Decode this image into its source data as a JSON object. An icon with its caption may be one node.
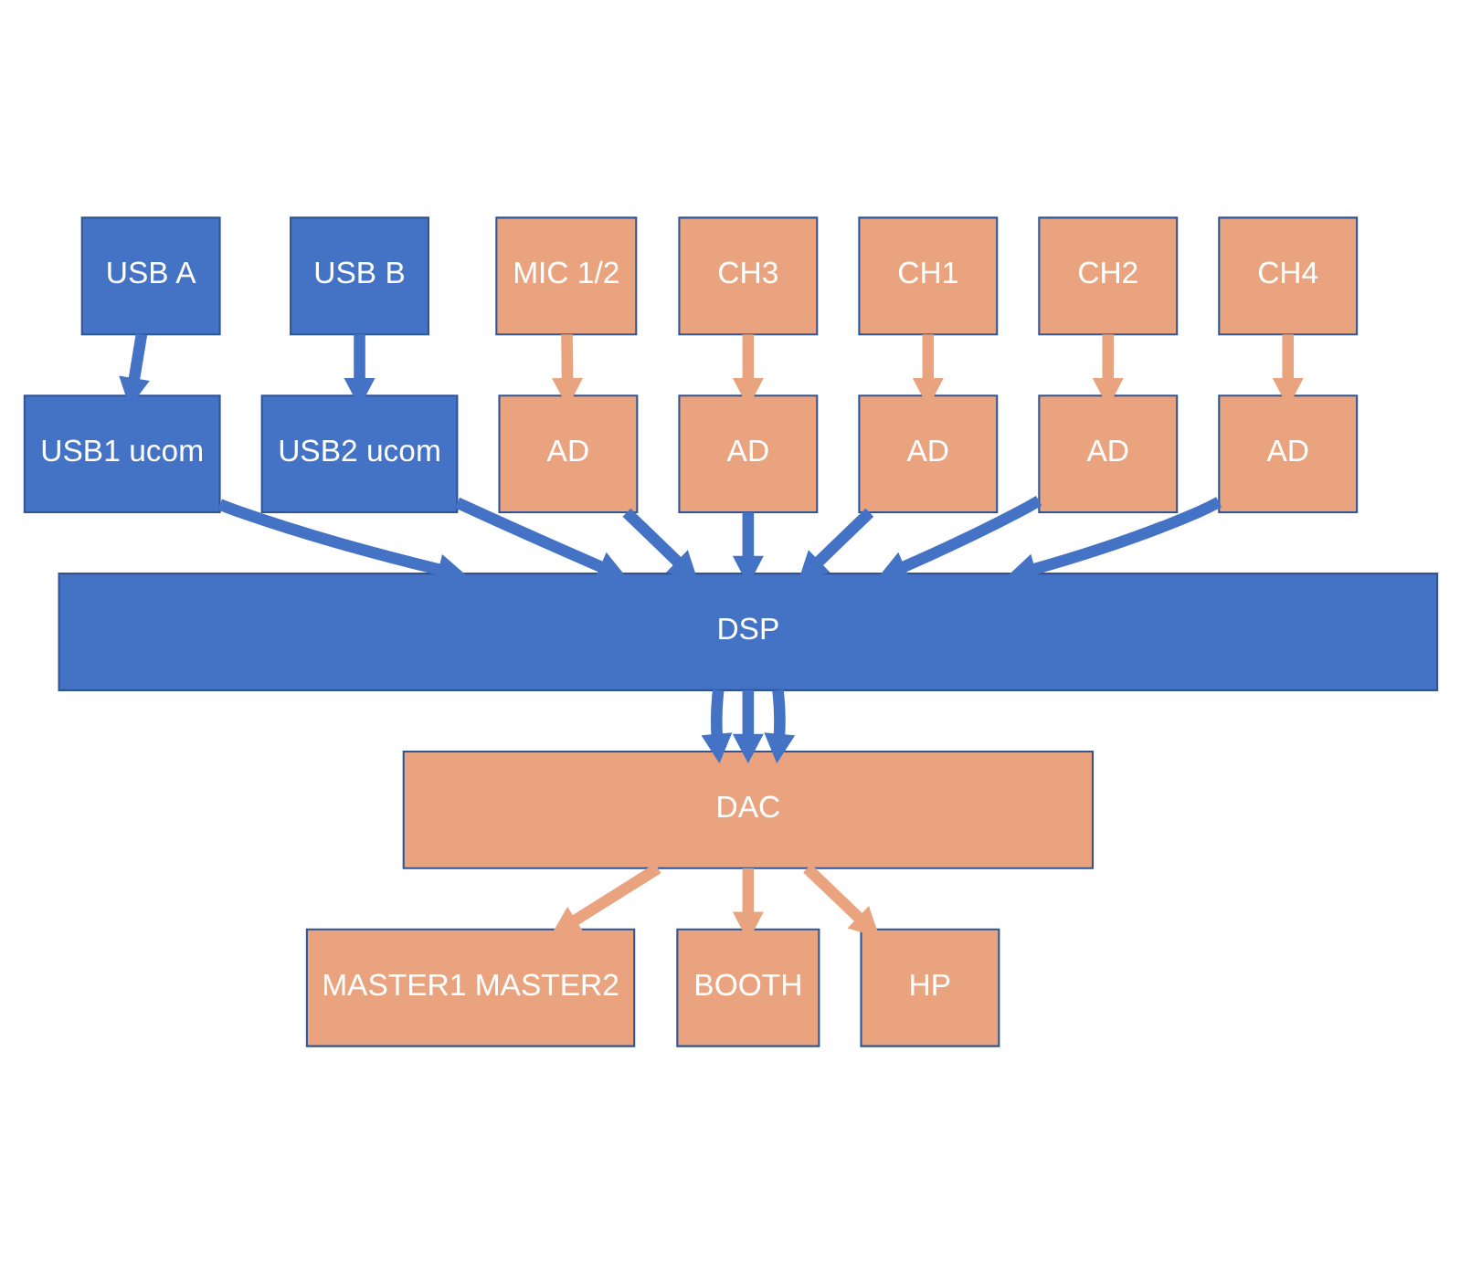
{
  "diagram": {
    "nodes": [
      {
        "text": [
          "USB A"
        ]
      },
      {
        "text": [
          "USB B"
        ]
      },
      {
        "text": [
          "MIC 1/2"
        ]
      },
      {
        "text": [
          "CH3"
        ]
      },
      {
        "text": [
          "CH1"
        ]
      },
      {
        "text": [
          "CH2"
        ]
      },
      {
        "text": [
          "CH4"
        ]
      },
      {
        "text": [
          "USB1 ucom"
        ]
      },
      {
        "text": [
          "USB2 ucom"
        ]
      },
      {
        "text": [
          "AD"
        ]
      },
      {
        "text": [
          "AD"
        ]
      },
      {
        "text": [
          "AD"
        ]
      },
      {
        "text": [
          "AD"
        ]
      },
      {
        "text": [
          "AD"
        ]
      },
      {
        "text": [
          "DSP"
        ]
      },
      {
        "text": [
          "DAC"
        ]
      },
      {
        "text": [
          "MASTER1 MASTER2"
        ]
      },
      {
        "text": [
          "BOOTH"
        ]
      },
      {
        "text": [
          "HP"
        ]
      }
    ],
    "edges": [
      {
        "from": 0,
        "to": 7,
        "arrow": "to"
      },
      {
        "from": 1,
        "to": 8,
        "arrow": "to"
      },
      {
        "from": 2,
        "to": 9,
        "arrow": "to",
        "color": "#e9a47f"
      },
      {
        "from": 3,
        "to": 10,
        "arrow": "to",
        "color": "#e9a47f"
      },
      {
        "from": 4,
        "to": 11,
        "arrow": "to",
        "color": "#e9a47f"
      },
      {
        "from": 5,
        "to": 12,
        "arrow": "to",
        "color": "#e9a47f"
      },
      {
        "from": 6,
        "to": 13,
        "arrow": "to",
        "color": "#e9a47f"
      },
      {
        "from": 7,
        "to": 14,
        "arrow": "to"
      },
      {
        "from": 8,
        "to": 14,
        "arrow": "to"
      },
      {
        "from": 9,
        "to": 14,
        "arrow": "to"
      },
      {
        "from": 10,
        "to": 14,
        "arrow": "to"
      },
      {
        "from": 11,
        "to": 14,
        "arrow": "to"
      },
      {
        "from": 12,
        "to": 14,
        "arrow": "to"
      },
      {
        "from": 13,
        "to": 14,
        "arrow": "to"
      },
      {
        "from": 14,
        "to": 15,
        "arrow": "to"
      },
      {
        "from": 14,
        "to": 15,
        "arrow": "to"
      },
      {
        "from": 14,
        "to": 15,
        "arrow": "to"
      },
      {
        "from": 15,
        "to": 16,
        "arrow": "to",
        "color": "#e9a47f"
      },
      {
        "from": 15,
        "to": 17,
        "arrow": "to",
        "color": "#e9a47f"
      },
      {
        "from": 15,
        "to": 18,
        "arrow": "to",
        "color": "#e9a47f"
      }
    ]
  }
}
